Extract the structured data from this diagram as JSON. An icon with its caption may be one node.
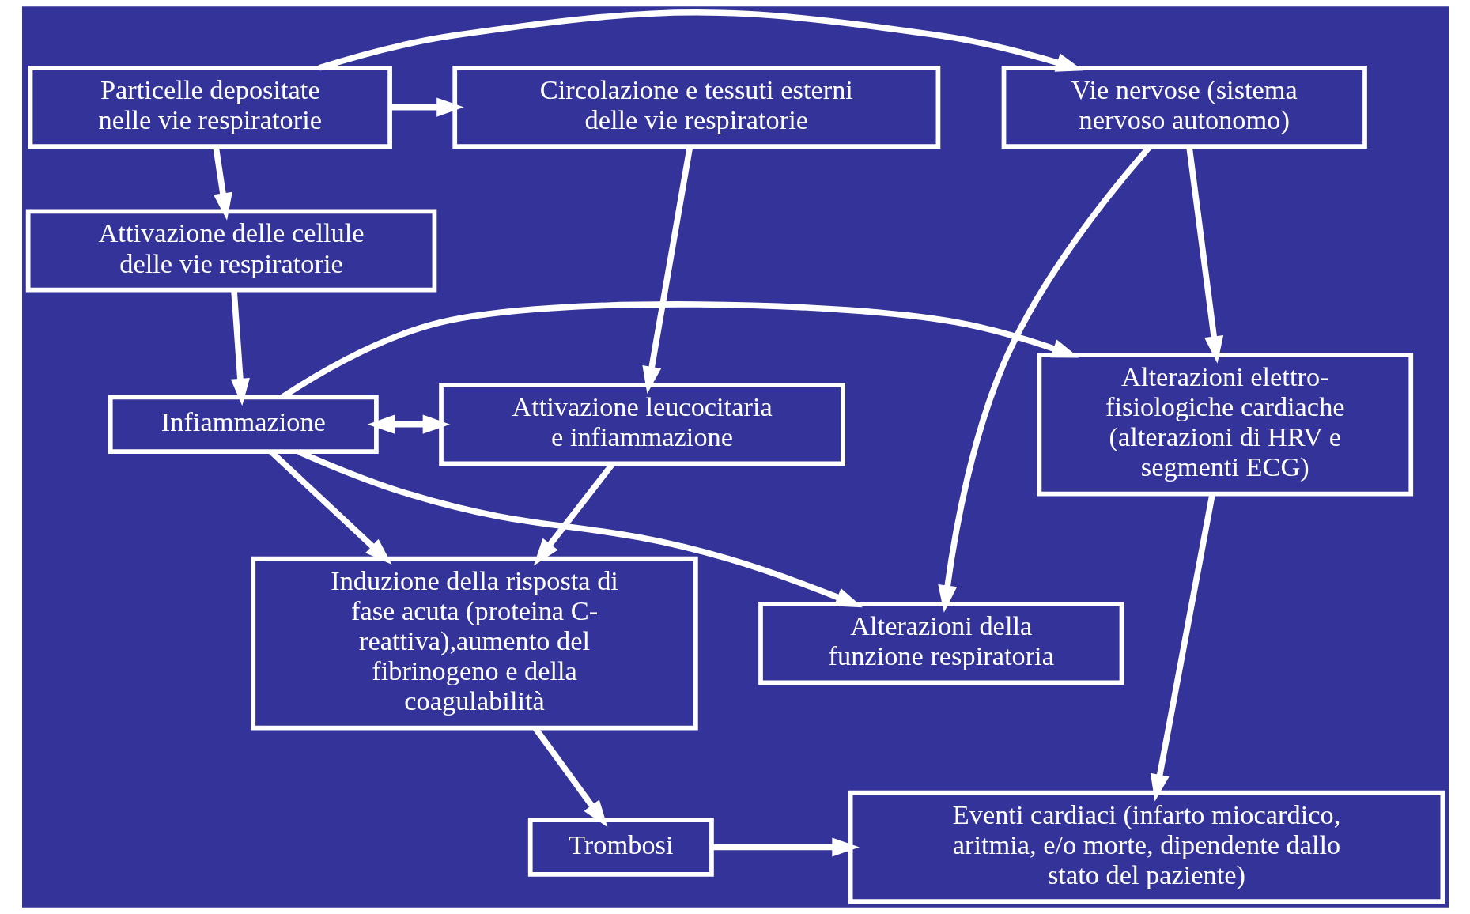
{
  "diagram": {
    "nodes": [
      {
        "text": [
          "Particelle depositate nelle vie respiratorie"
        ]
      },
      {
        "text": [
          "Vie nervose (sistema nervoso autonomo)"
        ]
      },
      {
        "text": [
          "Circolazione e tessuti esterni delle vie respiratorie"
        ]
      },
      {
        "text": [
          "Attivazione delle cellule delle vie respiratorie"
        ]
      },
      {
        "text": [
          "Alterazioni elettro- fisiologiche cardiache (alterazioni di HRV e segmenti ECG)"
        ]
      },
      {
        "text": [
          "Attivazione leucocitaria e infiammazione"
        ]
      },
      {
        "text": [
          "Infiammazione"
        ]
      },
      {
        "text": [
          "Alterazioni della funzione respiratoria"
        ]
      },
      {
        "text": [
          "Induzione della risposta di fase acuta (proteina C- reattiva),aumento del fibrinogeno e della coagulabilità"
        ]
      },
      {
        "text": [
          "Eventi cardiaci (infarto miocardico, aritmia, e/o morte, dipendente dallo stato del paziente)"
        ]
      },
      {
        "text": [
          "Trombosi"
        ]
      }
    ],
    "edges": [
      {
        "from": 0,
        "to": 1,
        "arrow": "to"
      },
      {
        "from": 0,
        "to": 2,
        "arrow": "to"
      },
      {
        "from": 0,
        "to": 3,
        "arrow": "to"
      },
      {
        "from": 1,
        "to": 4,
        "arrow": "to"
      },
      {
        "from": 1,
        "to": 7,
        "arrow": "to"
      },
      {
        "from": 2,
        "to": 5,
        "arrow": "to"
      },
      {
        "from": 3,
        "to": 6,
        "arrow": "to"
      },
      {
        "from": 6,
        "to": 4,
        "arrow": "to"
      },
      {
        "from": 6,
        "to": 5,
        "arrow": "both"
      },
      {
        "from": 6,
        "to": 7,
        "arrow": "to"
      },
      {
        "from": 6,
        "to": 8,
        "arrow": "to"
      },
      {
        "from": 5,
        "to": 8,
        "arrow": "to"
      },
      {
        "from": 4,
        "to": 9,
        "arrow": "to"
      },
      {
        "from": 8,
        "to": 10,
        "arrow": "to"
      },
      {
        "from": 10,
        "to": 9,
        "arrow": "to"
      }
    ]
  }
}
